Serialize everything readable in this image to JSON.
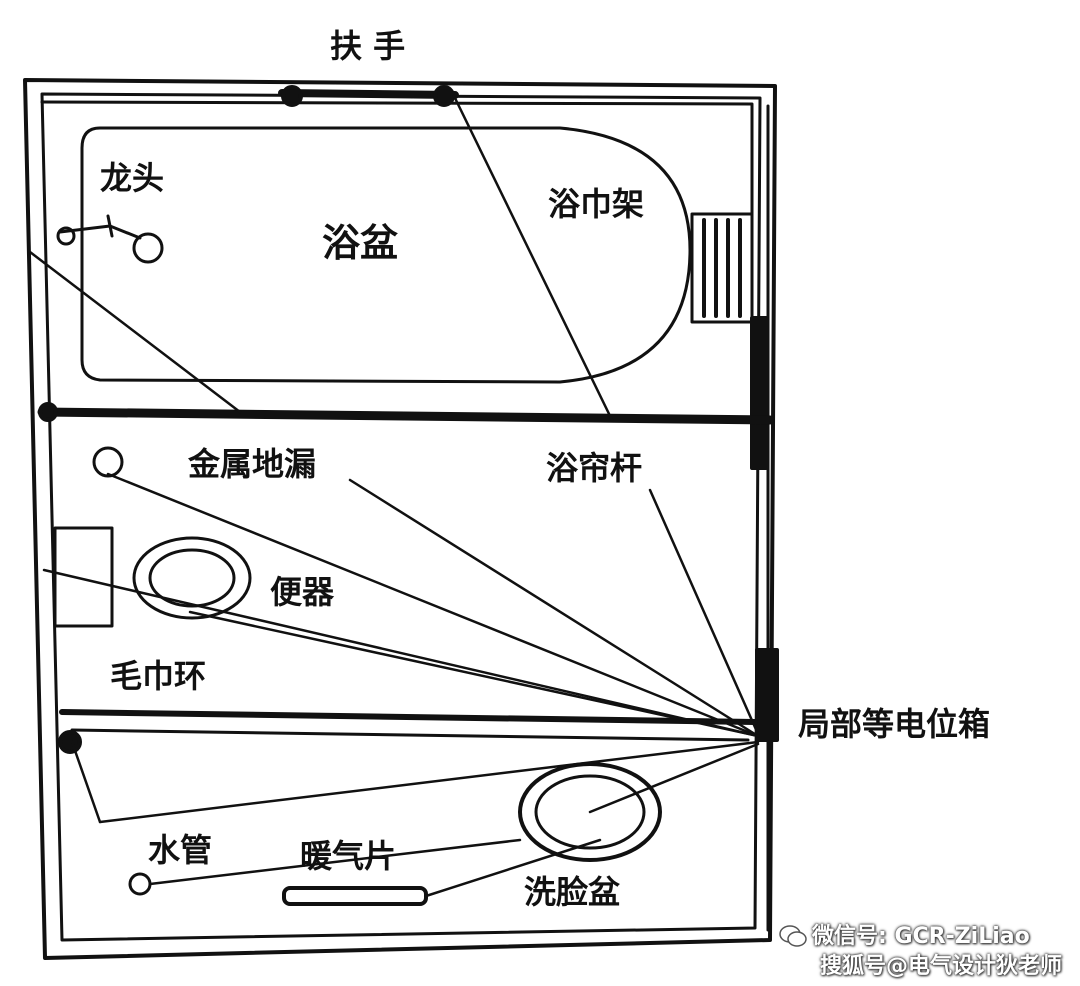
{
  "labels": {
    "handrail": "扶 手",
    "faucet": "龙头",
    "bathtub": "浴盆",
    "towel_rack": "浴巾架",
    "metal_floor_drain": "金属地漏",
    "shower_curtain_rod": "浴帘杆",
    "toilet": "便器",
    "towel_ring": "毛巾环",
    "equipotential_box": "局部等电位箱",
    "water_pipe": "水管",
    "radiator": "暖气片",
    "washbasin": "洗脸盆"
  },
  "watermark": {
    "wechat": "微信号: GCR-ZiLiao",
    "sohu": "搜狐号@电气设计狄老师"
  }
}
